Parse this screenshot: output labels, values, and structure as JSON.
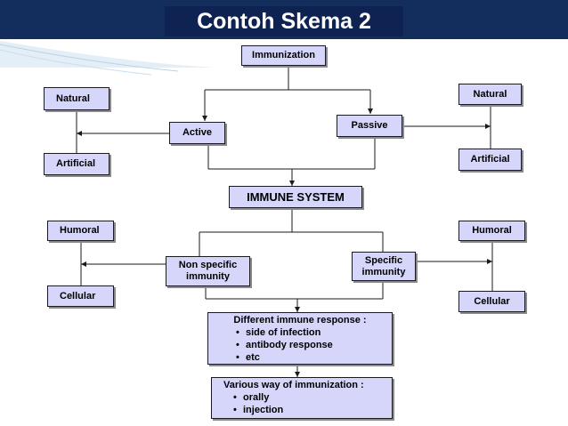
{
  "title": "Contoh Skema 2",
  "colors": {
    "title_bar": "#132d5c",
    "box_fill": "#d6d6fb",
    "line": "#1a1a1a"
  },
  "nodes": {
    "immunization": "Immunization",
    "natural_left": "Natural",
    "artificial_left": "Artificial",
    "active": "Active",
    "passive": "Passive",
    "natural_right": "Natural",
    "artificial_right": "Artificial",
    "immune_system": "IMMUNE SYSTEM",
    "humoral_left": "Humoral",
    "cellular_left": "Cellular",
    "non_specific_line1": "Non specific",
    "non_specific_line2": "immunity",
    "specific_line1": "Specific",
    "specific_line2": "immunity",
    "humoral_right": "Humoral",
    "cellular_right": "Cellular"
  },
  "response_box": {
    "heading": "Different immune response :",
    "items": [
      "side of infection",
      "antibody response",
      "etc"
    ]
  },
  "way_box": {
    "heading": "Various way of immunization :",
    "items": [
      "orally",
      "injection"
    ]
  }
}
